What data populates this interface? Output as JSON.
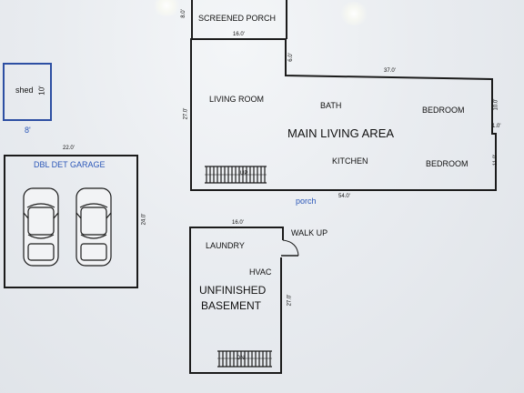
{
  "plan": {
    "screened_porch": {
      "label": "SCREENED PORCH",
      "dim_side": "8.0'",
      "dim_width": "16.0'"
    },
    "main": {
      "title": "MAIN LIVING AREA",
      "rooms": {
        "living_room": "LIVING ROOM",
        "bath": "BATH",
        "bedroom_1": "BEDROOM",
        "bedroom_2": "BEDROOM",
        "kitchen": "KITCHEN"
      },
      "dims": {
        "top_right": "37.0'",
        "step": "6.0'",
        "left": "27.0'",
        "right_upper": "10.0'",
        "right_notch": "1.0'",
        "right_lower": "11.0'",
        "bottom": "54.0'",
        "stair_mark": "UP"
      },
      "porch_label": "porch"
    },
    "shed": {
      "label": "shed",
      "dim_height": "10'",
      "dim_width": "8'"
    },
    "garage": {
      "label": "DBL DET GARAGE",
      "dim_width": "22.0'",
      "dim_depth": "24.0'"
    },
    "basement": {
      "title_line1": "UNFINISHED",
      "title_line2": "BASEMENT",
      "laundry": "LAUNDRY",
      "hvac": "HVAC",
      "walk_up": "WALK UP",
      "dim_width": "16.0'",
      "dim_depth": "27.0'",
      "stair_mark": "DN"
    }
  },
  "colors": {
    "line": "#1b1b1b",
    "accent_blue": "#2b57b8",
    "background": "#e8ebef"
  }
}
